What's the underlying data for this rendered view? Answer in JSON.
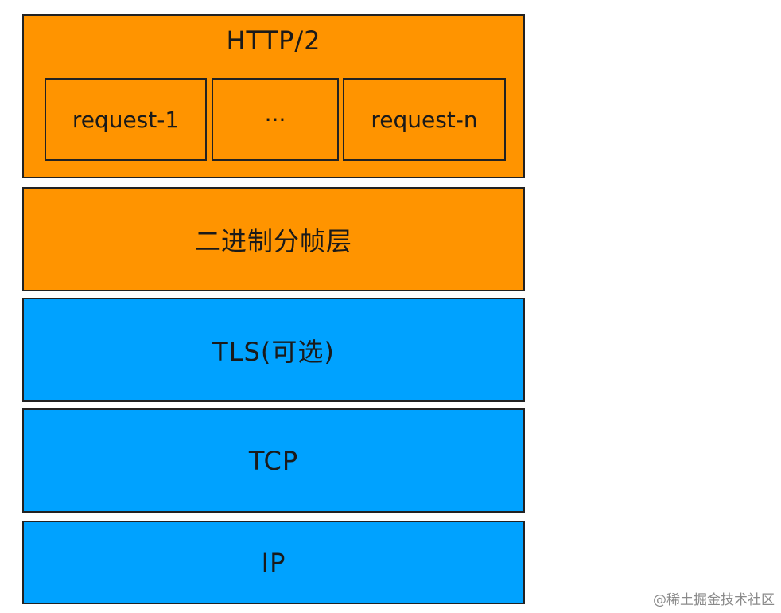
{
  "layers": {
    "http2": {
      "label": "HTTP/2",
      "requests": [
        "request-1",
        "···",
        "request-n"
      ]
    },
    "framing": {
      "label": "二进制分帧层"
    },
    "tls": {
      "label": "TLS(可选)"
    },
    "tcp": {
      "label": "TCP"
    },
    "ip": {
      "label": "IP"
    }
  },
  "colors": {
    "application": "#ff9400",
    "transport": "#00a2ff",
    "border": "#222222"
  },
  "watermark": "@稀土掘金技术社区"
}
